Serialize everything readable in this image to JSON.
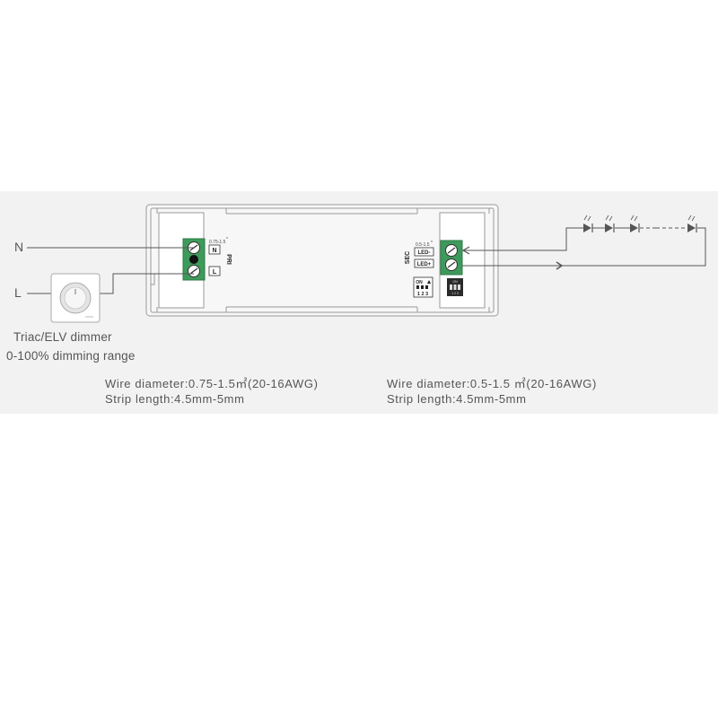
{
  "mains": {
    "neutral": "N",
    "line": "L"
  },
  "dimmer": {
    "caption_line1": "Triac/ELV dimmer",
    "caption_line2": "0-100% dimming range"
  },
  "primary": {
    "side_label": "PRI",
    "wire_spec": "0.75-1.5",
    "terminal_n": "N",
    "terminal_l": "L",
    "wire_diameter": "Wire diameter:0.75-1.5㎡(20-16AWG)",
    "strip_length": "Strip length:4.5mm-5mm"
  },
  "secondary": {
    "side_label": "SEC",
    "wire_spec": "0.5-1.5",
    "terminal_minus": "LED-",
    "terminal_plus": "LED+",
    "dip_on": "ON",
    "dip_numbers": "1 2 3",
    "dip_on_small": "ON",
    "dip_numbers_small": "1 2 3",
    "wire_diameter": "Wire diameter:0.5-1.5 ㎡(20-16AWG)",
    "strip_length": "Strip length:4.5mm-5mm"
  },
  "colors": {
    "terminal_green": "#3e9a5b",
    "line": "#555555",
    "panel_bg": "#f2f2f2"
  }
}
